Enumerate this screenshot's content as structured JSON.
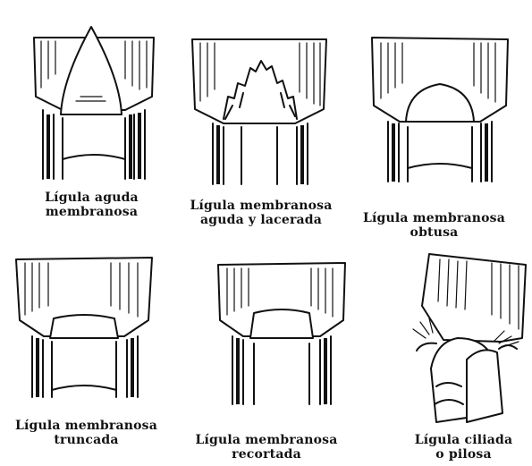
{
  "figures": [
    {
      "id": "aguda",
      "caption": [
        "Lígula aguda",
        "membranosa"
      ]
    },
    {
      "id": "lacerada",
      "caption": [
        "Lígula membranosa",
        "aguda y lacerada"
      ]
    },
    {
      "id": "obtusa",
      "caption": [
        "Lígula membranosa",
        "obtusa"
      ]
    },
    {
      "id": "truncada",
      "caption": [
        "Lígula membranosa",
        "truncada"
      ]
    },
    {
      "id": "recortada",
      "caption": [
        "Lígula membranosa",
        "recortada"
      ]
    },
    {
      "id": "ciliada",
      "caption": [
        "Lígula ciliada",
        "o pilosa"
      ]
    }
  ]
}
